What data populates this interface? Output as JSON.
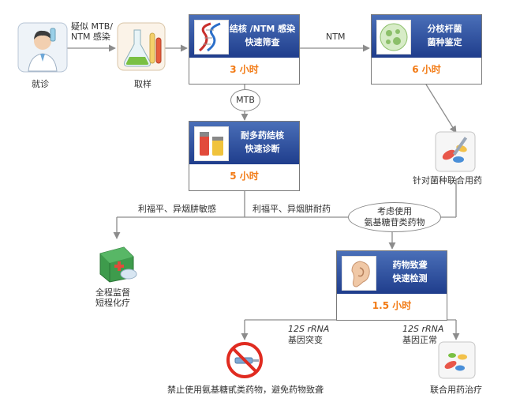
{
  "nodes": {
    "patient": "就诊",
    "suspect": [
      "疑似 MTB/",
      "NTM 感染"
    ],
    "sample": "取样",
    "mtb_ntm_card": {
      "title": [
        "结核 /NTM 感染",
        "快速筛查"
      ],
      "time": "3 小时"
    },
    "ntm_label": "NTM",
    "species_card": {
      "title": [
        "分枝杆菌",
        "菌种鉴定"
      ],
      "time": "6 小时"
    },
    "mtb_label": "MTB",
    "mdr_card": {
      "title": [
        "耐多药结核",
        "快速诊断"
      ],
      "time": "5 小时"
    },
    "targeted_drugs": "针对菌种联合用药",
    "sensitive_label": "利福平、异烟肼敏感",
    "resistant_label": "利福平、异烟肼耐药",
    "consider": [
      "考虑使用",
      "氨基糖苷类药物"
    ],
    "full_supervision": [
      "全程监督",
      "短程化疗"
    ],
    "ototox_card": {
      "title": [
        "药物致聋",
        "快速检测"
      ],
      "time": "1.5 小时"
    },
    "mutation_label": [
      "12S rRNA",
      "基因突变"
    ],
    "normal_label": [
      "12S rRNA",
      "基因正常"
    ],
    "forbid_label": "禁止使用氨基糖甙类药物，避免药物致聋",
    "combo_label": "联合用药治疗"
  },
  "colors": {
    "card_header": "#1f3d8c",
    "time_text": "#f27a14",
    "connector": "#8c8c8c"
  }
}
